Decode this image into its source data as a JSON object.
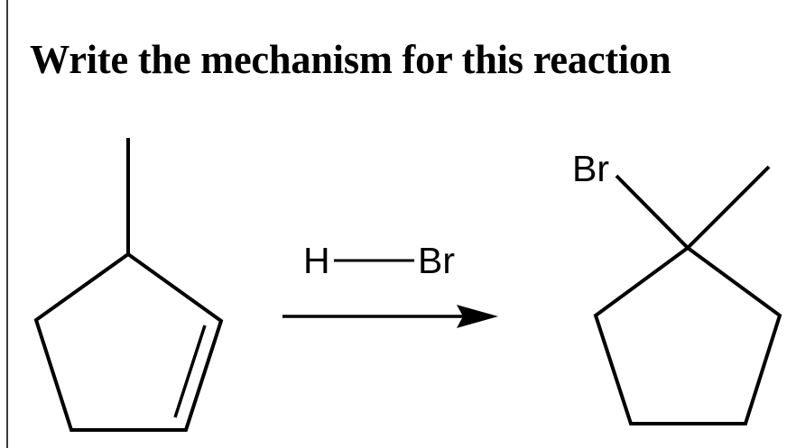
{
  "question": {
    "title": "Write the mechanism for this reaction"
  },
  "reaction": {
    "reactant": {
      "name": "3-methylcyclopentene",
      "structure": "skeletal-cyclopentene-with-methyl"
    },
    "reagent": {
      "atom_left": "H",
      "atom_right": "Br",
      "bond": "single"
    },
    "arrow": "reaction-arrow-right",
    "product": {
      "name": "1-bromo-1-methylcyclopentane",
      "substituent_label": "Br"
    }
  },
  "colors": {
    "ink": "#000000",
    "background": "#ffffff",
    "border": "#3a3a3a"
  }
}
